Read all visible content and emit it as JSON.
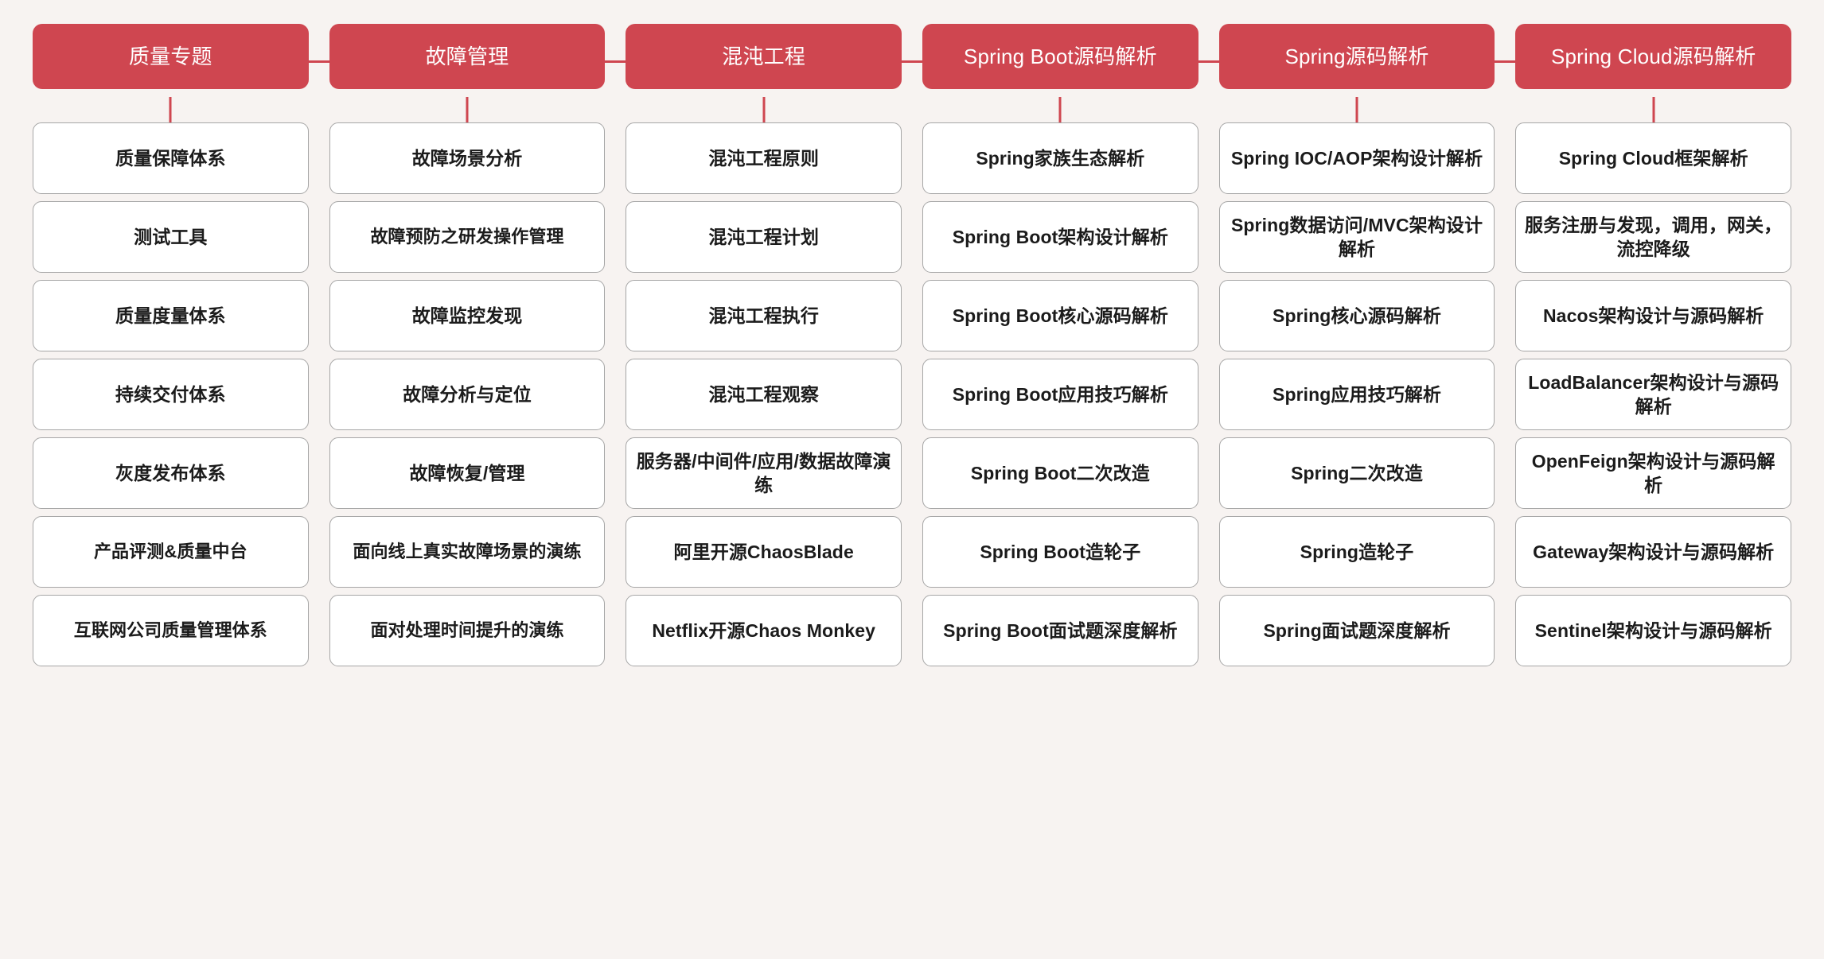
{
  "meta": {
    "diagram_type": "mindmap-columns",
    "accent_color": "#cf4650",
    "background_color": "#f7f3f1",
    "card_background": "#ffffff",
    "card_border_color": "#a6a6a6",
    "header_text_color": "#ffffff",
    "card_text_color": "#1b1b1b"
  },
  "columns": [
    {
      "header": "质量专题",
      "items": [
        "质量保障体系",
        "测试工具",
        "质量度量体系",
        "持续交付体系",
        "灰度发布体系",
        "产品评测&质量中台",
        "互联网公司质量管理体系"
      ]
    },
    {
      "header": "故障管理",
      "items": [
        "故障场景分析",
        "故障预防之研发操作管理",
        "故障监控发现",
        "故障分析与定位",
        "故障恢复/管理",
        "面向线上真实故障场景的演练",
        "面对处理时间提升的演练"
      ]
    },
    {
      "header": "混沌工程",
      "items": [
        "混沌工程原则",
        "混沌工程计划",
        "混沌工程执行",
        "混沌工程观察",
        "服务器/中间件/应用/数据故障演练",
        "阿里开源ChaosBlade",
        "Netflix开源Chaos Monkey"
      ]
    },
    {
      "header": "Spring Boot源码解析",
      "items": [
        "Spring家族生态解析",
        "Spring Boot架构设计解析",
        "Spring Boot核心源码解析",
        "Spring Boot应用技巧解析",
        "Spring Boot二次改造",
        "Spring Boot造轮子",
        "Spring Boot面试题深度解析"
      ]
    },
    {
      "header": "Spring源码解析",
      "items": [
        "Spring IOC/AOP架构设计解析",
        "Spring数据访问/MVC架构设计解析",
        "Spring核心源码解析",
        "Spring应用技巧解析",
        "Spring二次改造",
        "Spring造轮子",
        "Spring面试题深度解析"
      ]
    },
    {
      "header": "Spring Cloud源码解析",
      "items": [
        "Spring Cloud框架解析",
        "服务注册与发现，调用，网关，流控降级",
        "Nacos架构设计与源码解析",
        "LoadBalancer架构设计与源码解析",
        "OpenFeign架构设计与源码解析",
        "Gateway架构设计与源码解析",
        "Sentinel架构设计与源码解析"
      ]
    }
  ]
}
